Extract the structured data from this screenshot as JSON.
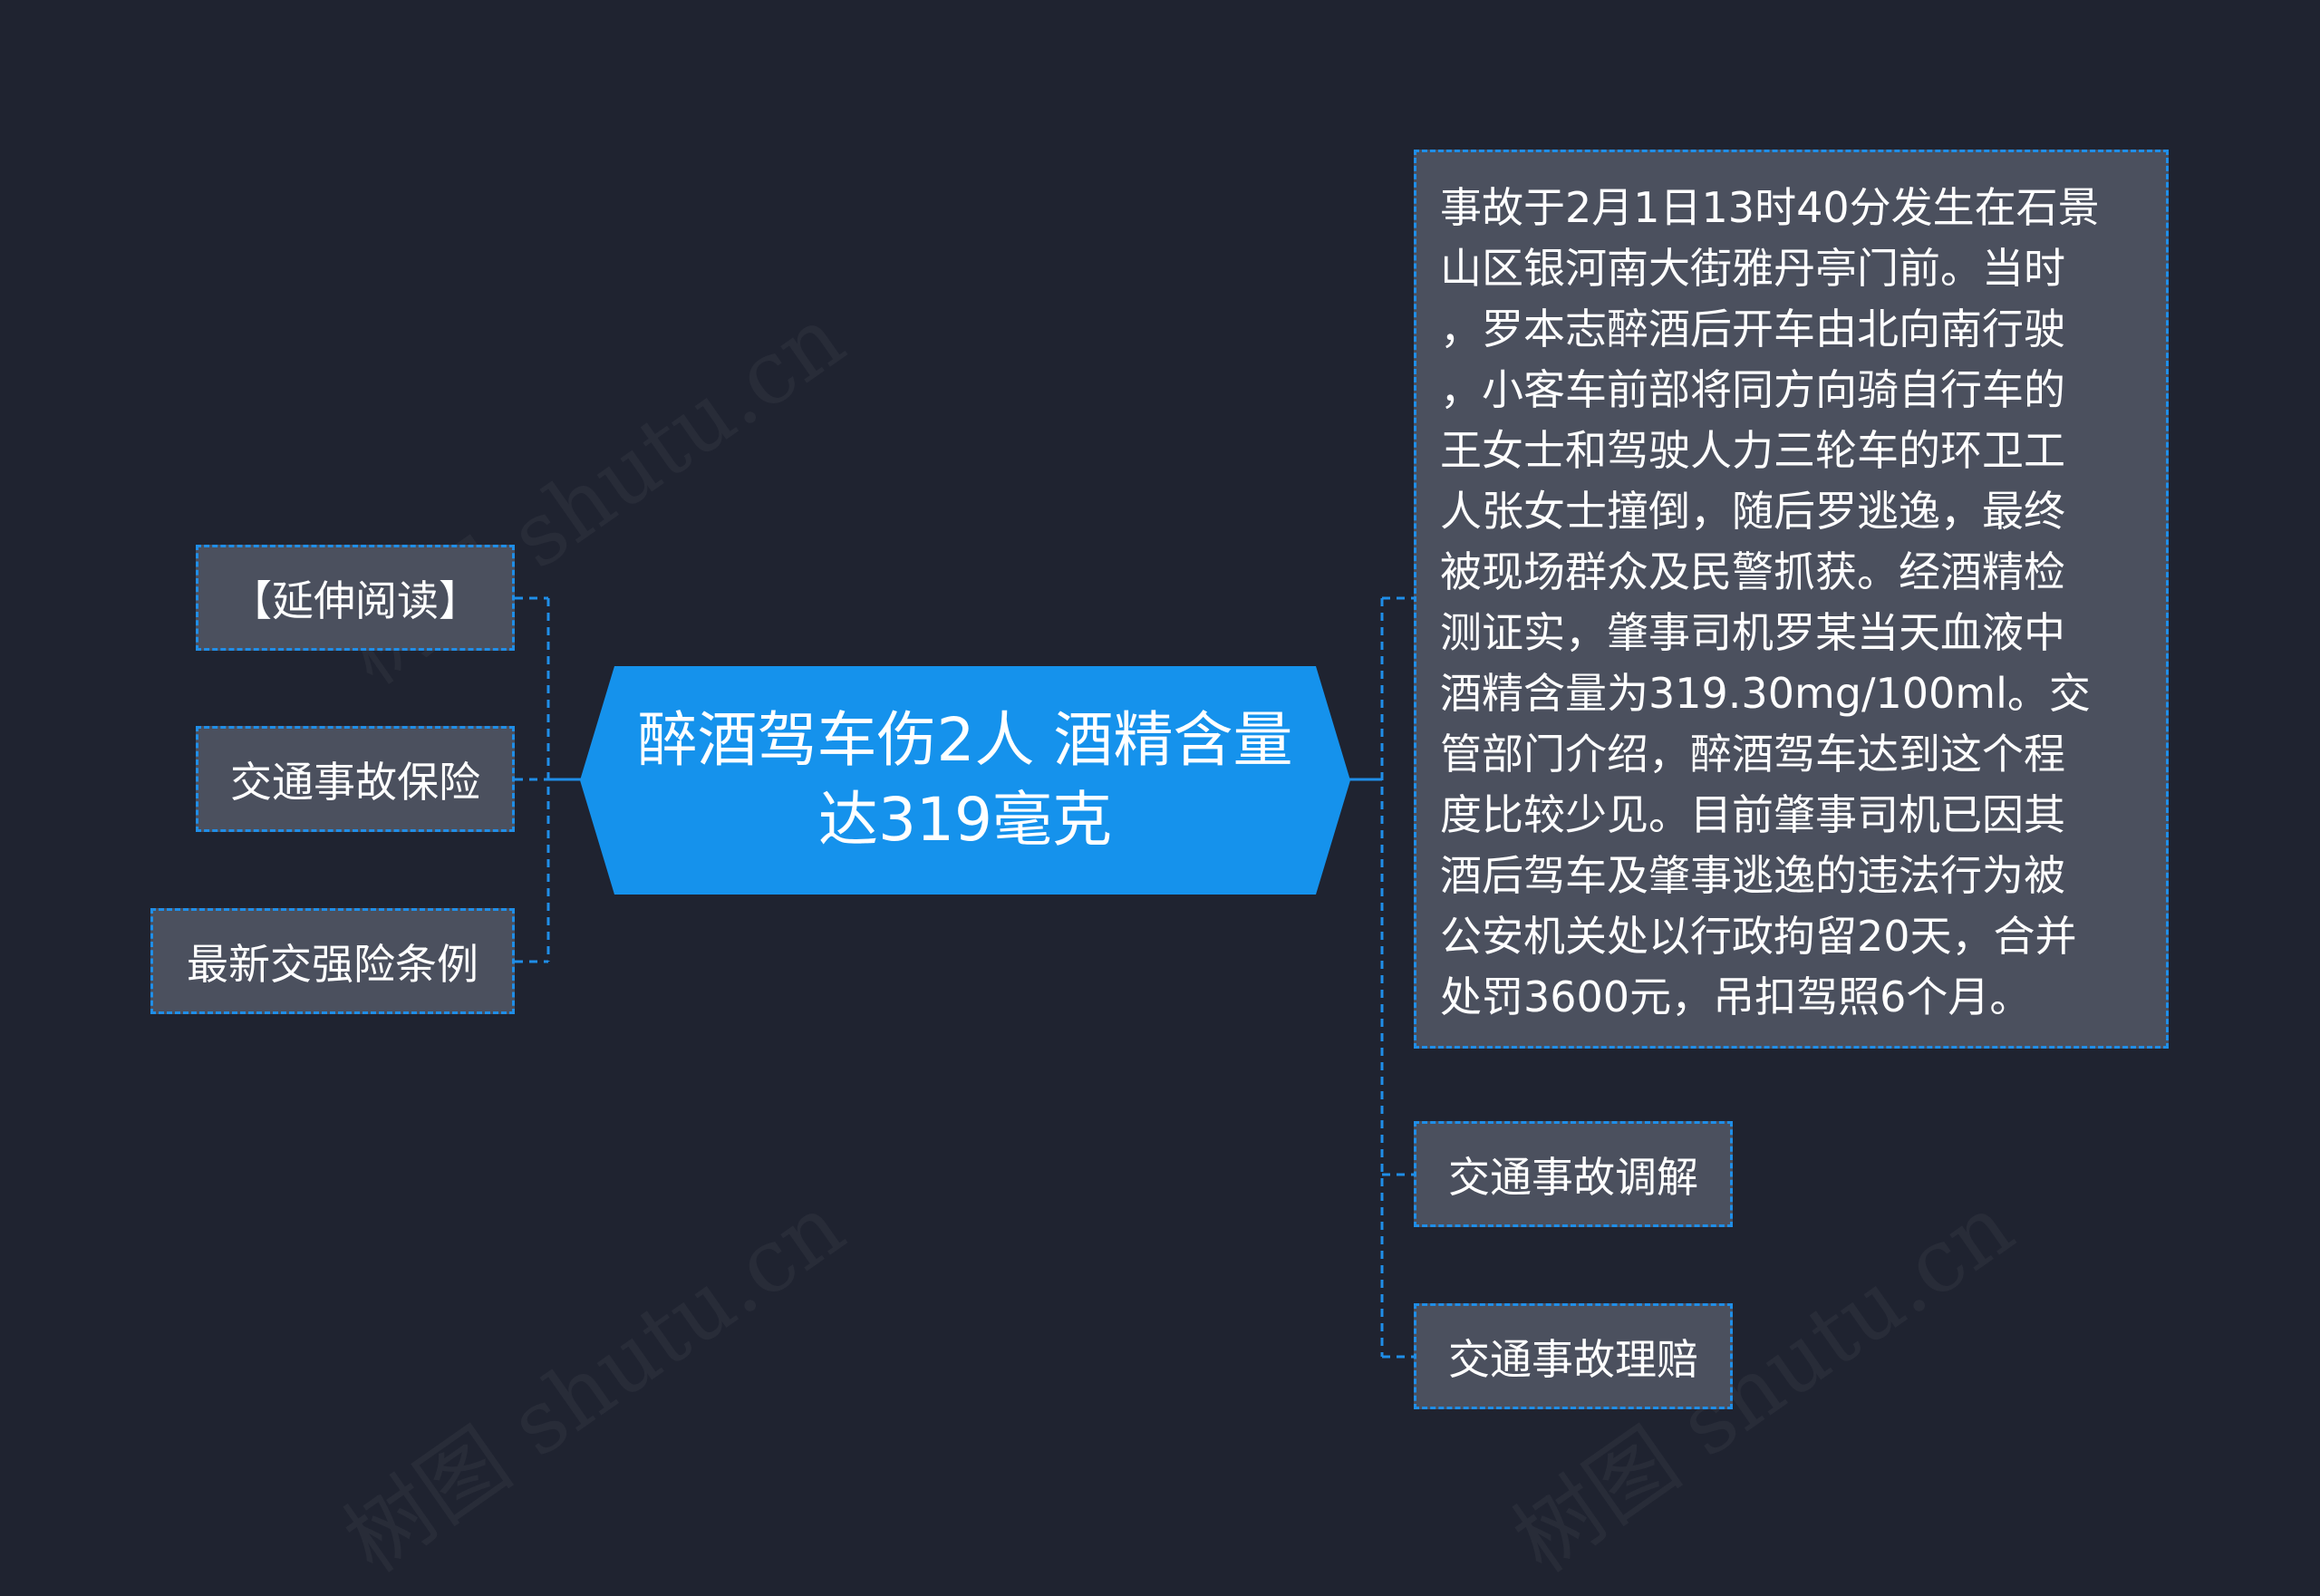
{
  "root": {
    "title_lines": [
      "醉酒驾车伤2人 酒精含量",
      "达319毫克"
    ]
  },
  "left_branches": [
    {
      "label": "【延伸阅读】"
    },
    {
      "label": "交通事故保险"
    },
    {
      "label": "最新交强险条例"
    }
  ],
  "right_detail": {
    "lines": [
      "事故于2月1日13时40分发生在石景",
      "山区银河南大街雅丹亭门前。当时",
      "，罗本志醉酒后开车由北向南行驶",
      "，小客车前部将同方向骑自行车的",
      "王女士和驾驶人力三轮车的环卫工",
      "人张女士撞倒，随后罗逃逸，最终",
      "被现场群众及民警抓获。经酒精检",
      "测证实，肇事司机罗某当天血液中",
      "酒精含量为319.30mg/100ml。交",
      "管部门介绍，醉酒驾车达到这个程",
      "度比较少见。目前肇事司机已因其",
      "酒后驾车及肇事逃逸的违法行为被",
      "公安机关处以行政拘留20天，合并",
      "处罚3600元，吊扣驾照6个月。"
    ]
  },
  "right_branches": [
    {
      "label": "交通事故调解"
    },
    {
      "label": "交通事故理赔"
    }
  ],
  "colors": {
    "background": "#1f2330",
    "node_fill": "#4b505e",
    "accent": "#1f8ee8",
    "root_fill": "#1592ec",
    "text": "#ffffff"
  }
}
